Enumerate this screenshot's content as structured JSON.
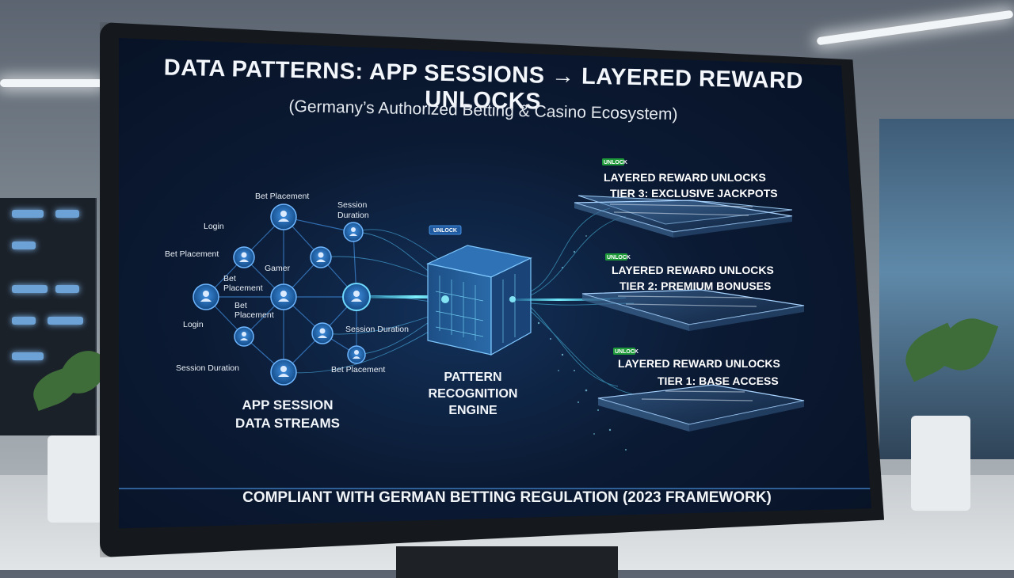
{
  "slide": {
    "title": "DATA PATTERNS: APP SESSIONS → LAYERED REWARD UNLOCKS",
    "subtitle": "(Germany’s Authorized Betting & Casino Ecosystem)",
    "footer": "COMPLIANT WITH GERMAN BETTING REGULATION (2023 FRAMEWORK)"
  },
  "session_network": {
    "heading_line1": "APP SESSION",
    "heading_line2": "DATA STREAMS",
    "labels": [
      {
        "text": "Bet Placement"
      },
      {
        "text": "Session"
      },
      {
        "text": "Duration"
      },
      {
        "text": "Login"
      },
      {
        "text": "Bet Placement"
      },
      {
        "text": "Bet"
      },
      {
        "text": "Placement"
      },
      {
        "text": "Gamer"
      },
      {
        "text": "Bet"
      },
      {
        "text": "Placement"
      },
      {
        "text": "Login"
      },
      {
        "text": "Session Duration"
      },
      {
        "text": "Bet Placement"
      },
      {
        "text": "Session Duration"
      }
    ]
  },
  "engine": {
    "badge": "UNLOCK",
    "line1": "PATTERN",
    "line2": "RECOGNITION",
    "line3": "ENGINE"
  },
  "tiers": [
    {
      "badge": "UNLOCK",
      "title": "LAYERED REWARD UNLOCKS",
      "tier": "TIER 3: EXCLUSIVE JACKPOTS"
    },
    {
      "badge": "UNLOCK",
      "title": "LAYERED REWARD UNLOCKS",
      "tier": "TIER 2: PREMIUM BONUSES"
    },
    {
      "badge": "UNLOCK",
      "title": "LAYERED REWARD UNLOCKS",
      "tier": "TIER 1: BASE ACCESS"
    }
  ],
  "colors": {
    "screen_bg": "#0b1a33",
    "node_fill": "#1d5fa8",
    "glow": "#49e3ff",
    "badge_green": "#1f9a3a"
  },
  "icons": [
    "user-icon",
    "cube-engine-icon"
  ]
}
